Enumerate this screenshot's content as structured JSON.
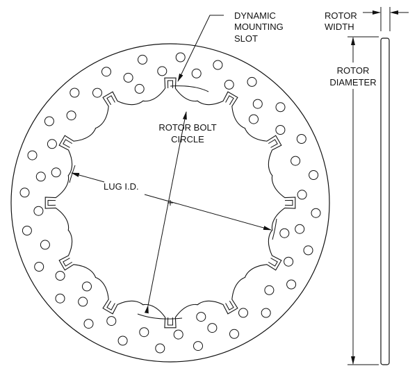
{
  "labels": {
    "dynamic_mounting_slot": [
      "DYNAMIC",
      "MOUNTING",
      "SLOT"
    ],
    "rotor_width": [
      "ROTOR",
      "WIDTH"
    ],
    "rotor_diameter": [
      "ROTOR",
      "DIAMETER"
    ],
    "rotor_bolt_circle": [
      "ROTOR BOLT",
      "CIRCLE"
    ],
    "lug_id": "LUG I.D."
  },
  "colors": {
    "line": "#111111",
    "background": "#ffffff"
  }
}
